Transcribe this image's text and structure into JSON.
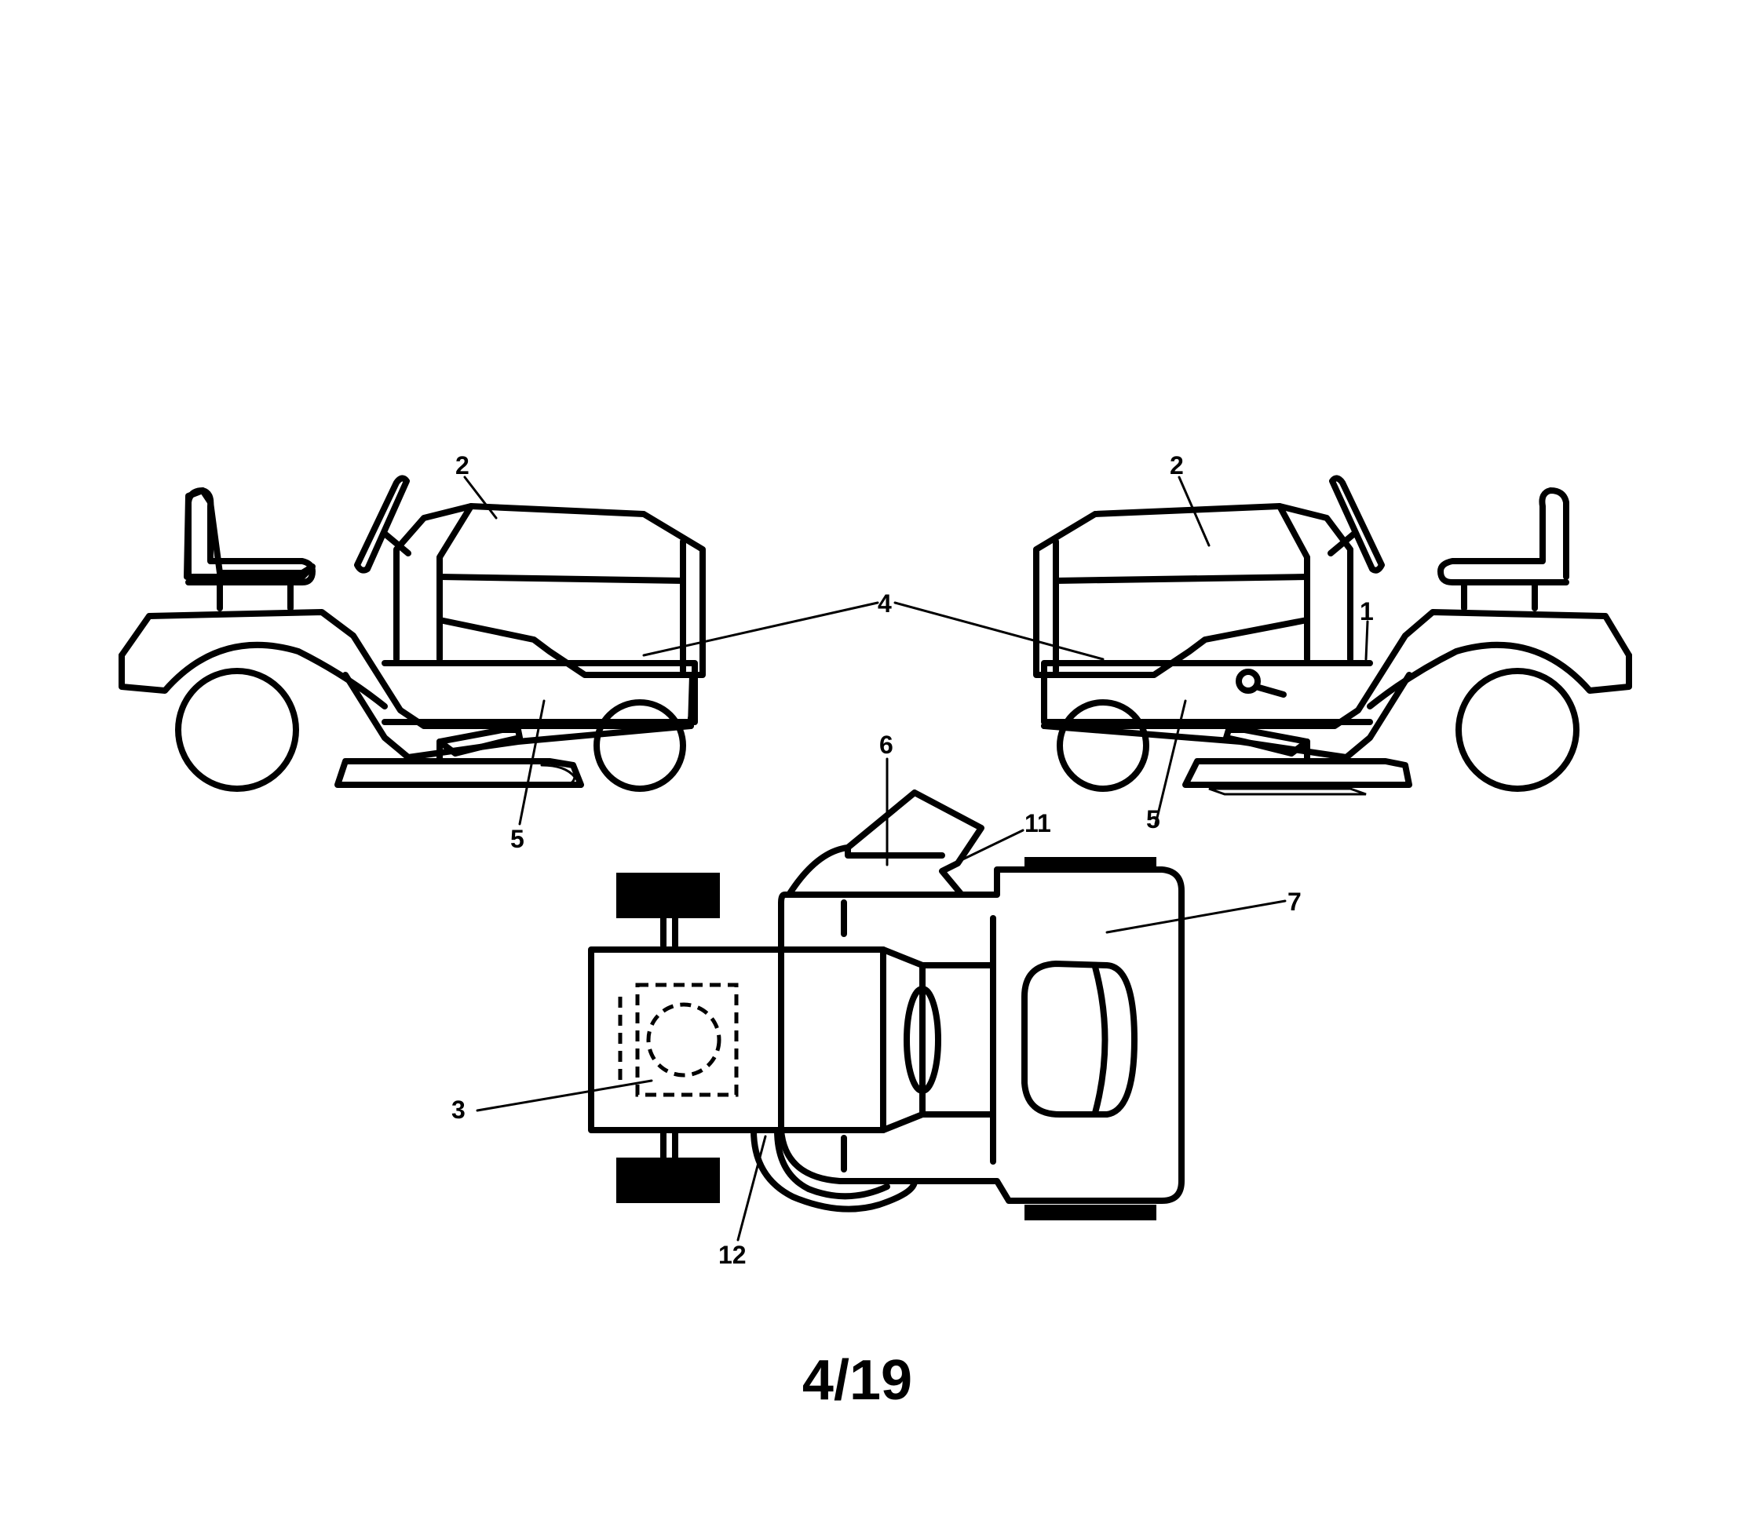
{
  "callouts": {
    "c1": "1",
    "c2": "2",
    "c3": "3",
    "c4": "4",
    "c5": "5",
    "c6": "6",
    "c7": "7",
    "c11": "11",
    "c12": "12"
  },
  "page_number": "4/19"
}
